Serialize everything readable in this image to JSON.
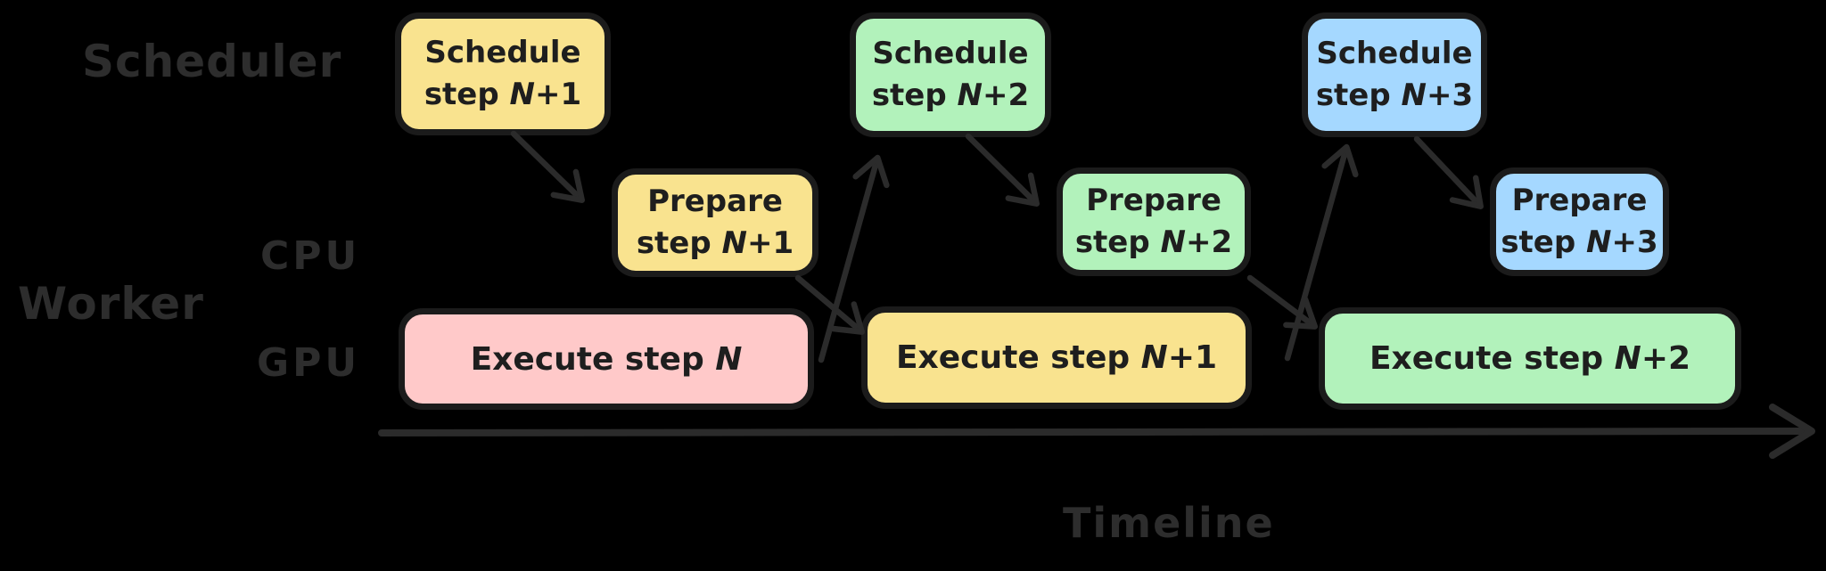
{
  "diagram": {
    "row_labels": {
      "scheduler": "Scheduler",
      "worker": "Worker",
      "cpu": "CPU",
      "gpu": "GPU"
    },
    "axis_label": "Timeline",
    "boxes": {
      "schedule_n1": {
        "lines": [
          "Schedule",
          "step N+1"
        ],
        "color_name": "yellow"
      },
      "schedule_n2": {
        "lines": [
          "Schedule",
          "step N+2"
        ],
        "color_name": "green"
      },
      "schedule_n3": {
        "lines": [
          "Schedule",
          "step N+3"
        ],
        "color_name": "blue"
      },
      "prepare_n1": {
        "lines": [
          "Prepare",
          "step N+1"
        ],
        "color_name": "yellow"
      },
      "prepare_n2": {
        "lines": [
          "Prepare",
          "step N+2"
        ],
        "color_name": "green"
      },
      "prepare_n3": {
        "lines": [
          "Prepare",
          "step N+3"
        ],
        "color_name": "blue"
      },
      "execute_n": {
        "lines": [
          "Execute step N"
        ],
        "color_name": "pink"
      },
      "execute_n1": {
        "lines": [
          "Execute step N+1"
        ],
        "color_name": "yellow"
      },
      "execute_n2": {
        "lines": [
          "Execute step N+2"
        ],
        "color_name": "green"
      }
    },
    "colors": {
      "yellow": "#f9e38f",
      "green": "#b2f2bb",
      "blue": "#a5d8ff",
      "pink": "#ffc9c9",
      "box_border": "#1b1b1b",
      "box_text": "#1e1e1e",
      "label_text": "#2d2d2d",
      "arrow": "#2b2b2b",
      "background": "#000000"
    }
  }
}
